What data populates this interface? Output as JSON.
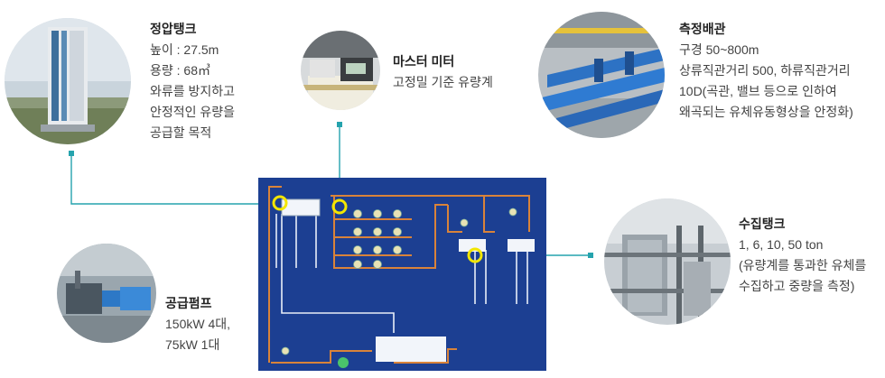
{
  "items": [
    {
      "key": "surge_tank",
      "title": "정압탱크",
      "lines": [
        "높이 : 27.5m",
        "용량 : 68㎥",
        "와류를 방지하고",
        "안정적인 유량을",
        "공급할 목적"
      ]
    },
    {
      "key": "master_meter",
      "title": "마스터 미터",
      "lines": [
        "고정밀 기준 유량계"
      ]
    },
    {
      "key": "measure_pipe",
      "title": "측정배관",
      "lines": [
        "구경 50~800m",
        "상류직관거리 500, 하류직관거리",
        "10D(곡관, 밸브 등으로 인하여",
        "왜곡되는 유체유동형상을 안정화)"
      ]
    },
    {
      "key": "collect_tank",
      "title": "수집탱크",
      "lines": [
        "1, 6, 10, 50 ton",
        "(유량계를 통과한 유체를",
        "수집하고 중량을 측정)"
      ]
    },
    {
      "key": "supply_pump",
      "title": "공급펌프",
      "lines": [
        "150kW 4대,",
        "75kW 1대"
      ]
    }
  ],
  "colors": {
    "schematic_bg": "#1c3f92",
    "pipe": "#d9833a",
    "leader": "#25a3ad",
    "marker": "#f2e600",
    "line_white": "#e8eef8"
  }
}
